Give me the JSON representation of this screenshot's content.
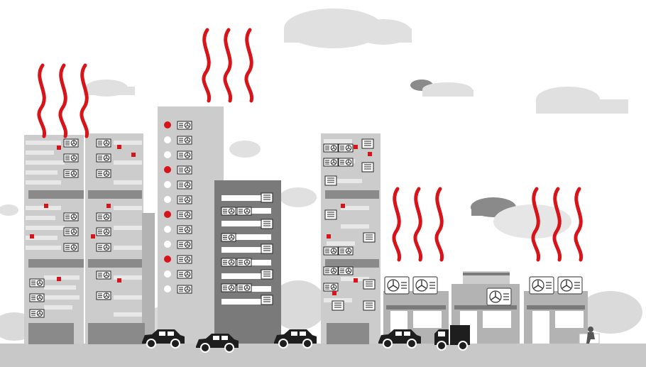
{
  "scene": {
    "colors": {
      "background": "#ffffff",
      "cloud_light": "#e0e0e0",
      "cloud_mid": "#cfcfcf",
      "cloud_dark": "#8a8a8a",
      "building_light": "#cccccc",
      "building_mid": "#b3b3b3",
      "building_dark": "#7a7a7a",
      "stripe": "#e8e8e8",
      "heat_red": "#d7141a",
      "ground": "#c8c8c8",
      "vehicle": "#1e1e1e",
      "window_white": "#ffffff"
    },
    "icons": [
      "heat-wave-icon",
      "air-conditioner-icon",
      "car-icon",
      "truck-icon",
      "person-on-bench-icon",
      "cloud-icon"
    ],
    "vehicles": [
      "car",
      "car",
      "car",
      "car",
      "truck"
    ]
  }
}
